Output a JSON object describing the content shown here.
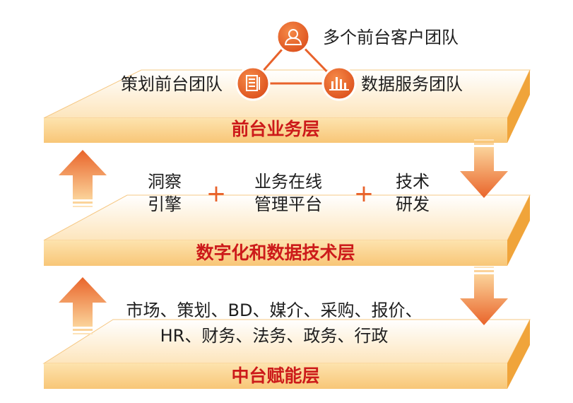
{
  "front_layer": {
    "title": "前台业务层",
    "teams": {
      "customer": "多个前台客户团队",
      "planning": "策划前台团队",
      "data_service": "数据服务团队"
    },
    "icons": [
      "user-icon",
      "document-icon",
      "bar-chart-icon"
    ]
  },
  "tech_layer": {
    "title": "数字化和数据技术层",
    "components": [
      {
        "line1": "洞察",
        "line2": "引擎"
      },
      {
        "line1": "业务在线",
        "line2": "管理平台"
      },
      {
        "line1": "技术",
        "line2": "研发"
      }
    ],
    "plus_1": "+",
    "plus_2": "+"
  },
  "middle_layer": {
    "title": "中台赋能层",
    "functions_line1": "市场、策划、BD、媒介、采购、报价、",
    "functions_line2": "HR、财务、法务、政务、行政"
  },
  "colors": {
    "slab_top": "#fde0b0",
    "slab_front": "#fbcf85",
    "slab_side": "#f0a43a",
    "title_red": "#cc1a1a",
    "icon_orange": "#e8622b",
    "arrow_orange": "#ec7a36"
  }
}
